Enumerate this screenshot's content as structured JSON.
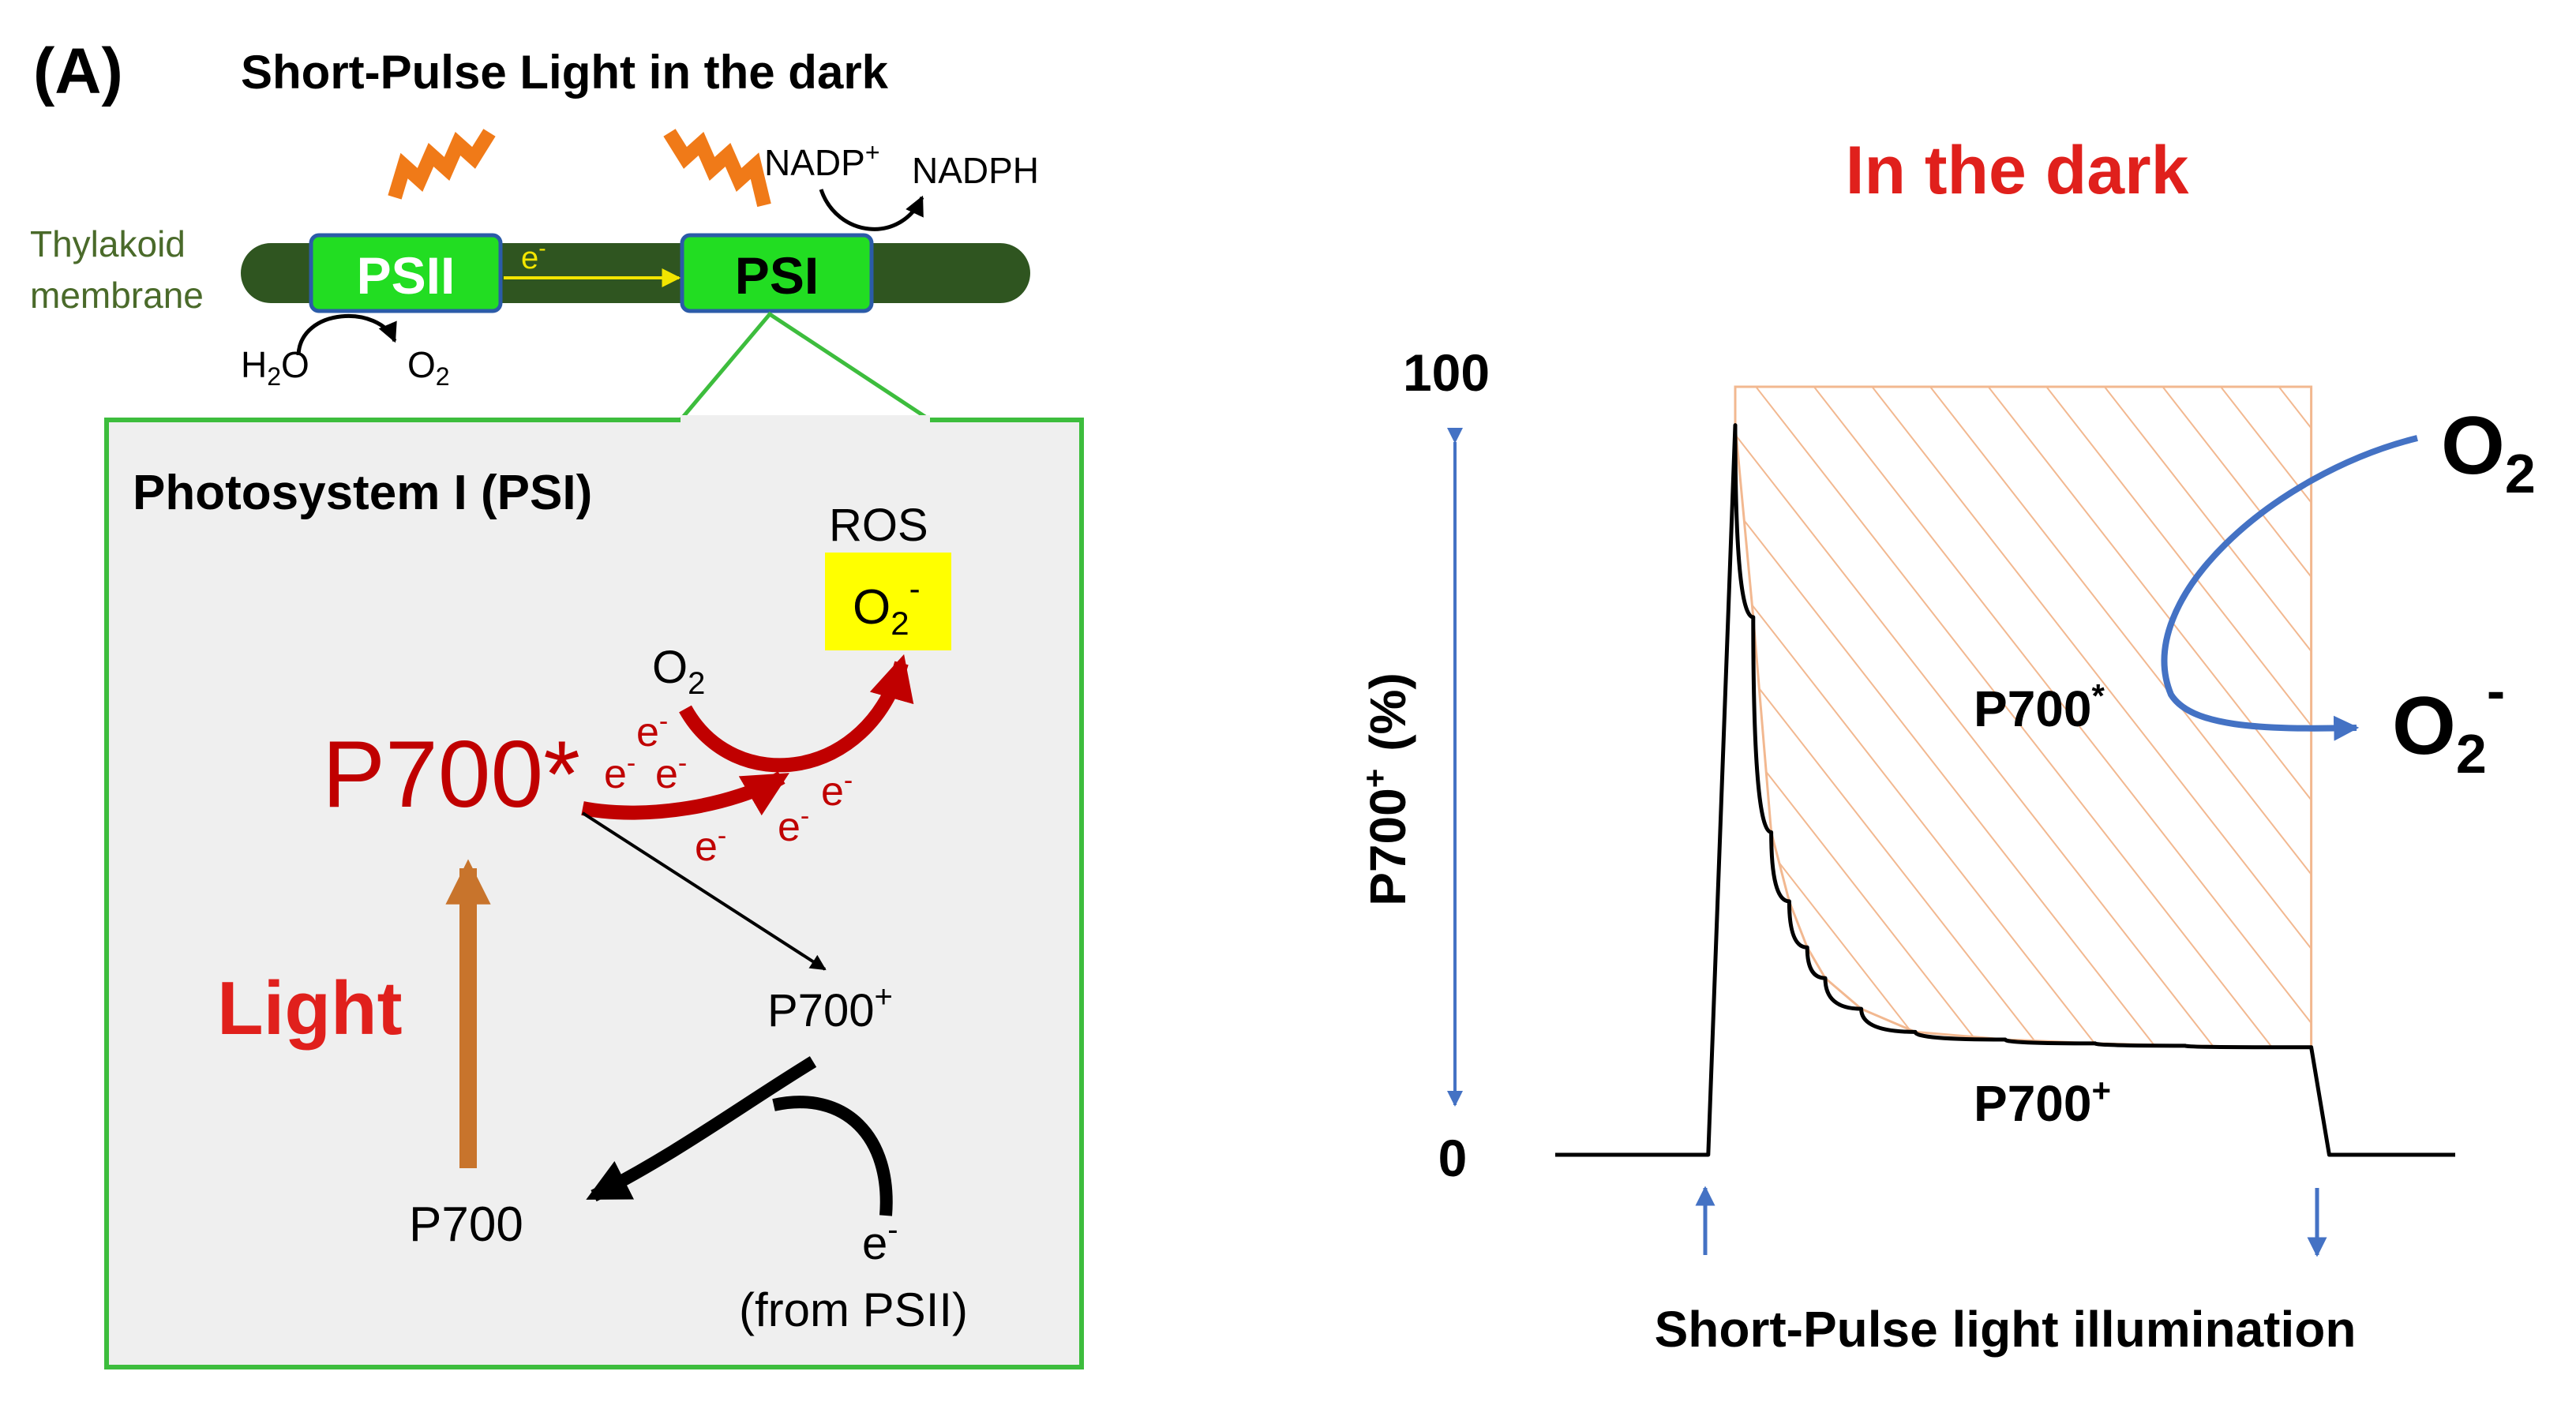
{
  "panel_label": "(A)",
  "title": "Short-Pulse Light in the dark",
  "membrane": {
    "label_line1": "Thylakoid",
    "label_line2": "membrane",
    "psii": "PSII",
    "psi": "PSI",
    "electron": "e",
    "electron_sup": "-",
    "nadp": "NADP",
    "nadp_sup": "+",
    "nadph": "NADPH",
    "h2o_main": "H",
    "h2o_sub": "2",
    "h2o_end": "O",
    "o2_main": "O",
    "o2_sub": "2"
  },
  "inset": {
    "title": "Photosystem I (PSI)",
    "ros": "ROS",
    "superoxide_main": "O",
    "superoxide_sub": "2",
    "superoxide_sup": "-",
    "o2_main": "O",
    "o2_sub": "2",
    "p700_star": "P700*",
    "light": "Light",
    "p700_plus_main": "P700",
    "p700_plus_sup": "+",
    "p700": "P700",
    "e": "e",
    "e_sup": "-",
    "from_psii": "(from PSII)",
    "colors": {
      "accent_red": "#c00000",
      "light_arrow": "#c8742c",
      "panel_bg": "#efefef",
      "panel_border": "#3dbd3d"
    }
  },
  "chart": {
    "title": "In the dark",
    "ylabel_main": "P700",
    "ylabel_sup": "+",
    "ylabel_unit": "(%)",
    "y_top": "100",
    "y_bottom": "0",
    "xlabel": "Short-Pulse light illumination",
    "label_p700_star": "P700",
    "label_p700_star_sup": "*",
    "label_p700_plus": "P700",
    "label_p700_plus_sup": "+",
    "o2_main": "O",
    "o2_sub": "2",
    "superoxide_main": "O",
    "superoxide_sub": "2",
    "superoxide_sup": "-",
    "colors": {
      "title": "#e0201c",
      "hatch": "#f2b890",
      "arrow_blue": "#4472c4",
      "trace": "#000000"
    }
  },
  "chart_data": {
    "type": "line",
    "title": "In the dark",
    "xlabel": "Short-Pulse light illumination",
    "ylabel": "P700+ (%)",
    "ylim": [
      0,
      100
    ],
    "yticks": [
      "0",
      "100"
    ],
    "series": [
      {
        "name": "P700+",
        "x": [
          0,
          0.17,
          0.2,
          0.22,
          0.24,
          0.26,
          0.28,
          0.3,
          0.34,
          0.4,
          0.5,
          0.6,
          0.7,
          0.8,
          0.84,
          0.86,
          1.0
        ],
        "y": [
          0,
          0,
          95,
          70,
          42,
          33,
          27,
          23,
          19,
          16,
          15,
          14.5,
          14.2,
          14,
          14,
          0,
          0
        ]
      }
    ],
    "annotations": [
      "P700*",
      "P700+",
      "O2",
      "O2-"
    ]
  }
}
